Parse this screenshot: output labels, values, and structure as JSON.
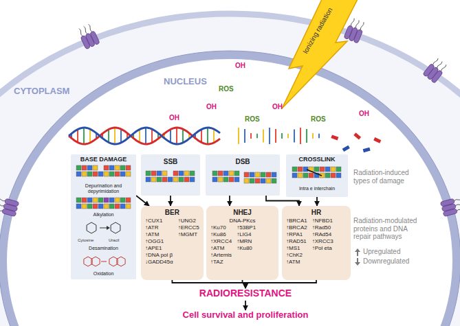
{
  "diagram": {
    "nodes": [
      {
        "text": [
          "BASE DAMAGE",
          "Depurination and depyrimidation",
          "Alkylation",
          "Desamination",
          "Oxidation"
        ]
      },
      {
        "text": [
          "SSB"
        ]
      },
      {
        "text": [
          "DSB"
        ]
      },
      {
        "text": [
          "CROSSLINK",
          "Intra e interchain"
        ]
      },
      {
        "text": [
          "BER",
          "↑CUX1",
          "↑ATR",
          "↑ATM",
          "↑OGG1",
          "↑APE1",
          "↑DNA pol β",
          "↓GADD45α",
          "↑UNG2",
          "↑ERCC5",
          "↑MGMT"
        ]
      },
      {
        "text": [
          "NHEJ",
          "DNA-PKcs",
          "↑Ku70",
          "↑Ku86",
          "↑XRCC4",
          "↑ATM",
          "↑Artemis",
          "↑TAZ",
          "↑53BP1",
          "↑LIG4",
          "↑MRN",
          "↑Ku80"
        ]
      },
      {
        "text": [
          "HR",
          "↑BRCA1",
          "↑BRCA2",
          "↑RPA1",
          "↑RAD51",
          "↑MS1",
          "↑ChK2",
          "↑ATM",
          "↑NFBD1",
          "↑Rad50",
          "↑RAd54",
          "↑XRCC3",
          "↑Pol eta"
        ]
      },
      {
        "text": [
          "RADIORESISTANCE"
        ]
      },
      {
        "text": [
          "Cell survival and proliferation"
        ]
      }
    ],
    "edges": [
      {
        "from": 0,
        "to": 4,
        "arrow": "to"
      },
      {
        "from": 1,
        "to": 4,
        "arrow": "to"
      },
      {
        "from": 2,
        "to": 5,
        "arrow": "to"
      },
      {
        "from": 2,
        "to": 6,
        "arrow": "to"
      },
      {
        "from": 3,
        "to": 6,
        "arrow": "to"
      },
      {
        "from": 4,
        "to": 7,
        "arrow": "to"
      },
      {
        "from": 5,
        "to": 7,
        "arrow": "to"
      },
      {
        "from": 6,
        "to": 7,
        "arrow": "to"
      },
      {
        "from": 7,
        "to": 8,
        "arrow": "to"
      }
    ],
    "labels": [
      "CYTOPLASM",
      "NUCLEUS",
      "Ionizing radiation",
      "OH",
      "OH",
      "OH",
      "OH",
      "OH",
      "ROS",
      "ROS",
      "ROS",
      "Cytosine",
      "Uracil",
      "Radiation-induced types of damage",
      "Radiation-modulated proteins and DNA repair pathways"
    ],
    "legend": [
      {
        "text": "Upregulated"
      },
      {
        "text": "Downregulated"
      }
    ]
  }
}
